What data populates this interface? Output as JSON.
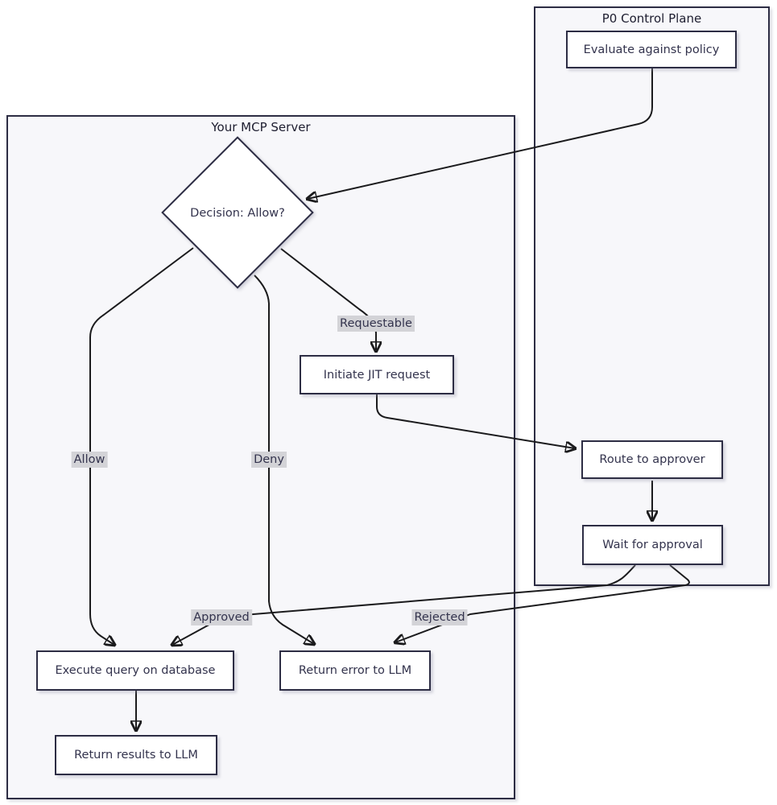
{
  "containers": {
    "p0": {
      "title": "P0 Control Plane"
    },
    "mcp": {
      "title": "Your MCP Server"
    }
  },
  "nodes": {
    "evaluate": {
      "label": "Evaluate against policy",
      "shape": "rect"
    },
    "decision": {
      "label": "Decision: Allow?",
      "shape": "diamond"
    },
    "initiate": {
      "label": "Initiate JIT request",
      "shape": "rect"
    },
    "route": {
      "label": "Route to approver",
      "shape": "rect"
    },
    "wait": {
      "label": "Wait for approval",
      "shape": "rect"
    },
    "execute": {
      "label": "Execute query on database",
      "shape": "rect"
    },
    "error": {
      "label": "Return error to LLM",
      "shape": "rect"
    },
    "results": {
      "label": "Return results to LLM",
      "shape": "rect"
    }
  },
  "edge_labels": {
    "requestable": "Requestable",
    "allow": "Allow",
    "deny": "Deny",
    "approved": "Approved",
    "rejected": "Rejected"
  },
  "edges": [
    {
      "from": "Evaluate against policy",
      "to": "Decision: Allow?",
      "label": ""
    },
    {
      "from": "Decision: Allow?",
      "to": "Initiate JIT request",
      "label": "Requestable"
    },
    {
      "from": "Initiate JIT request",
      "to": "Route to approver",
      "label": ""
    },
    {
      "from": "Route to approver",
      "to": "Wait for approval",
      "label": ""
    },
    {
      "from": "Wait for approval",
      "to": "Execute query on database",
      "label": "Approved"
    },
    {
      "from": "Wait for approval",
      "to": "Return error to LLM",
      "label": "Rejected"
    },
    {
      "from": "Decision: Allow?",
      "to": "Execute query on database",
      "label": "Allow"
    },
    {
      "from": "Decision: Allow?",
      "to": "Return error to LLM",
      "label": "Deny"
    },
    {
      "from": "Execute query on database",
      "to": "Return results to LLM",
      "label": ""
    }
  ],
  "colors": {
    "node_fill": "#ffffff",
    "node_border": "#2d2d44",
    "container_fill": "#f7f7fa",
    "container_border": "#2d2d44",
    "edge_stroke": "#1b1b1d",
    "edge_label_bg": "#d3d3d7",
    "text": "#33334d"
  }
}
